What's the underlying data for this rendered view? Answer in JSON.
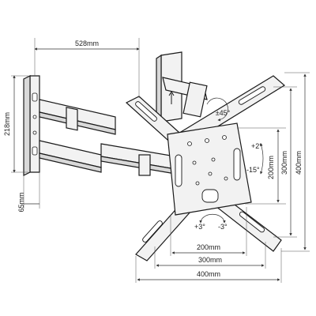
{
  "dimensions": {
    "arm_extension": "528mm",
    "wall_plate_height": "218mm",
    "wall_gap": "65mm",
    "swivel": "±45°",
    "tilt_up": "+2°",
    "tilt_down": "-15°",
    "rotation_pos": "+3°",
    "rotation_neg": "-3°",
    "vesa_h_200": "200mm",
    "vesa_h_300": "300mm",
    "vesa_h_400": "400mm",
    "vesa_v_200": "200mm",
    "vesa_v_300": "300mm",
    "vesa_v_400": "400mm"
  }
}
